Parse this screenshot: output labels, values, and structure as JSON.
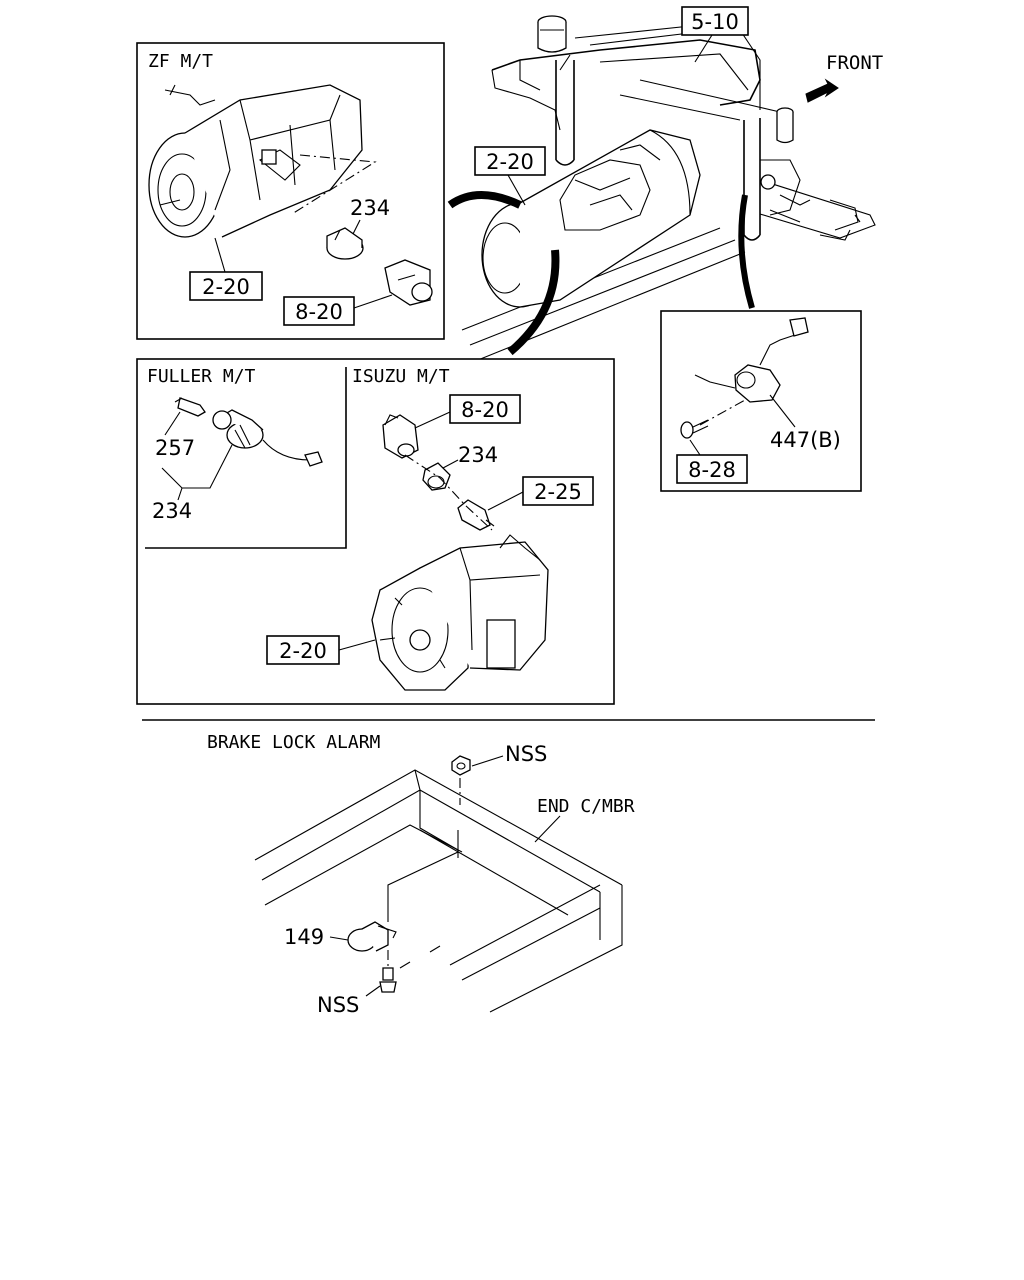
{
  "panels": {
    "zf": {
      "title": "ZF M/T"
    },
    "fuller": {
      "title": "FULLER M/T"
    },
    "isuzu": {
      "title": "ISUZU M/T"
    },
    "brake": {
      "title": "BRAKE LOCK ALARM"
    }
  },
  "direction_label": "FRONT",
  "refs": {
    "r_5_10": "5-10",
    "r_2_20_main": "2-20",
    "r_2_20_zf": "2-20",
    "r_8_20_zf": "8-20",
    "r_8_20_isuzu": "8-20",
    "r_2_25": "2-25",
    "r_2_20_isuzu": "2-20",
    "r_8_28": "8-28"
  },
  "labels": {
    "p_234_zf": "234",
    "p_257": "257",
    "p_234_fuller": "234",
    "p_234_isuzu": "234",
    "p_447b": "447(B)",
    "p_149": "149",
    "nss_top": "NSS",
    "nss_bottom": "NSS",
    "end_cmbr": "END C/MBR"
  }
}
